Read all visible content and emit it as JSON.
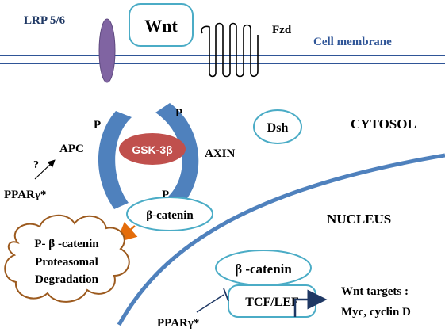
{
  "labels": {
    "lrp": "LRP 5/6",
    "wnt": "Wnt",
    "fzd": "Fzd",
    "cell_membrane": "Cell membrane",
    "cytosol": "CYTOSOL",
    "dsh": "Dsh",
    "p_apc": "P",
    "p_axin": "P",
    "p_beta": "P",
    "apc": "APC",
    "axin": "AXIN",
    "gsk": "GSK-3β",
    "question": "?",
    "ppar_top": "PPARγ*",
    "beta_catenin_cyto": "β-catenin",
    "nucleus": "NUCLEUS",
    "degradation_line1": "P- β -catenin",
    "degradation_line2": "Proteasomal",
    "degradation_line3": "Degradation",
    "beta_catenin_nuc": "β -catenin",
    "tcf_lef": "TCF/LEF",
    "wnt_targets_line1": "Wnt targets :",
    "wnt_targets_line2": "Myc,  cyclin D",
    "ppar_bottom": "PPARγ*"
  },
  "colors": {
    "membrane": "#2f5597",
    "lrp": "#8064a2",
    "arc": "#4f81bd",
    "gsk": "#c0504d",
    "outline_teal": "#4bacc6",
    "arrow_orange": "#e46c0a",
    "cloud_edge": "#9c5a1e",
    "label_blue": "#1f3864"
  }
}
